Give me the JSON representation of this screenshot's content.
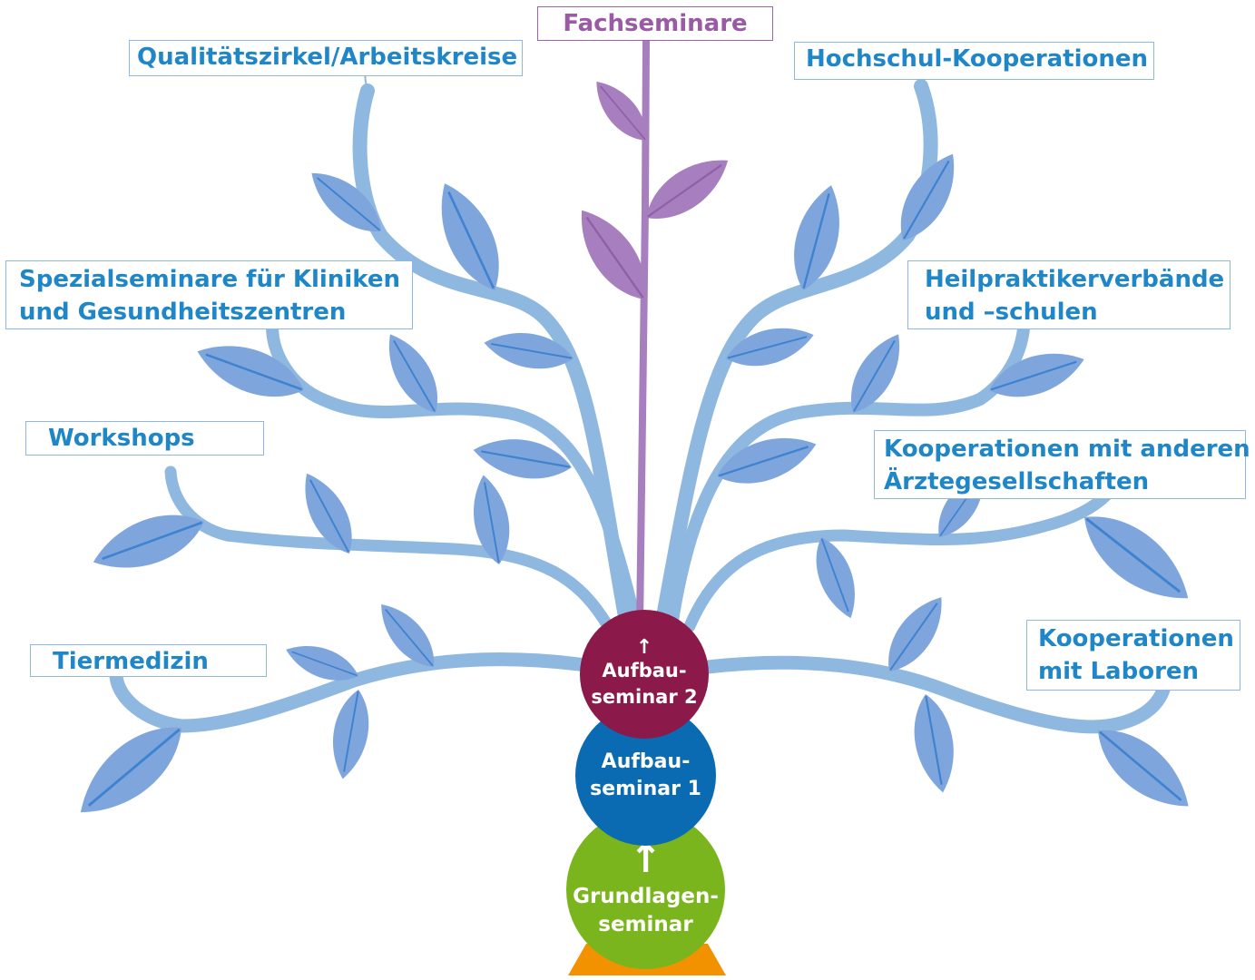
{
  "top_label": "Fachseminare",
  "left_labels": {
    "qualitaet": "Qualitätszirkel/Arbeitskreise",
    "spezial_line1": "Spezialseminare für Kliniken",
    "spezial_line2": "und Gesundheitszentren",
    "workshops": "Workshops",
    "tiermedizin": "Tiermedizin"
  },
  "right_labels": {
    "hochschul": "Hochschul-Kooperationen",
    "heil_line1": "Heilpraktikerverbände",
    "heil_line2": "und –schulen",
    "aerzte_line1": "Kooperationen mit anderen",
    "aerzte_line2": "Ärztegesellschaften",
    "labore_line1": "Kooperationen",
    "labore_line2": "mit Laboren"
  },
  "circles": {
    "aufbau2": {
      "arrow": "↑",
      "line1": "Aufbau-",
      "line2": "seminar 2",
      "color": "#8b1a4a"
    },
    "aufbau1": {
      "line1": "Aufbau-",
      "line2": "seminar 1",
      "color": "#0a6bb3"
    },
    "grund": {
      "arrow": "↑",
      "line1": "Grundlagen-",
      "line2": "seminar",
      "color": "#7ab51d"
    }
  },
  "colors": {
    "branch": "#8fb8e0",
    "leaf": "#7ea6dd",
    "leaf_vein": "#3f82cf",
    "purple": "#a77fbe",
    "label_text": "#1f86c8",
    "label_border": "#8fb8e0",
    "base": "#f39200"
  }
}
